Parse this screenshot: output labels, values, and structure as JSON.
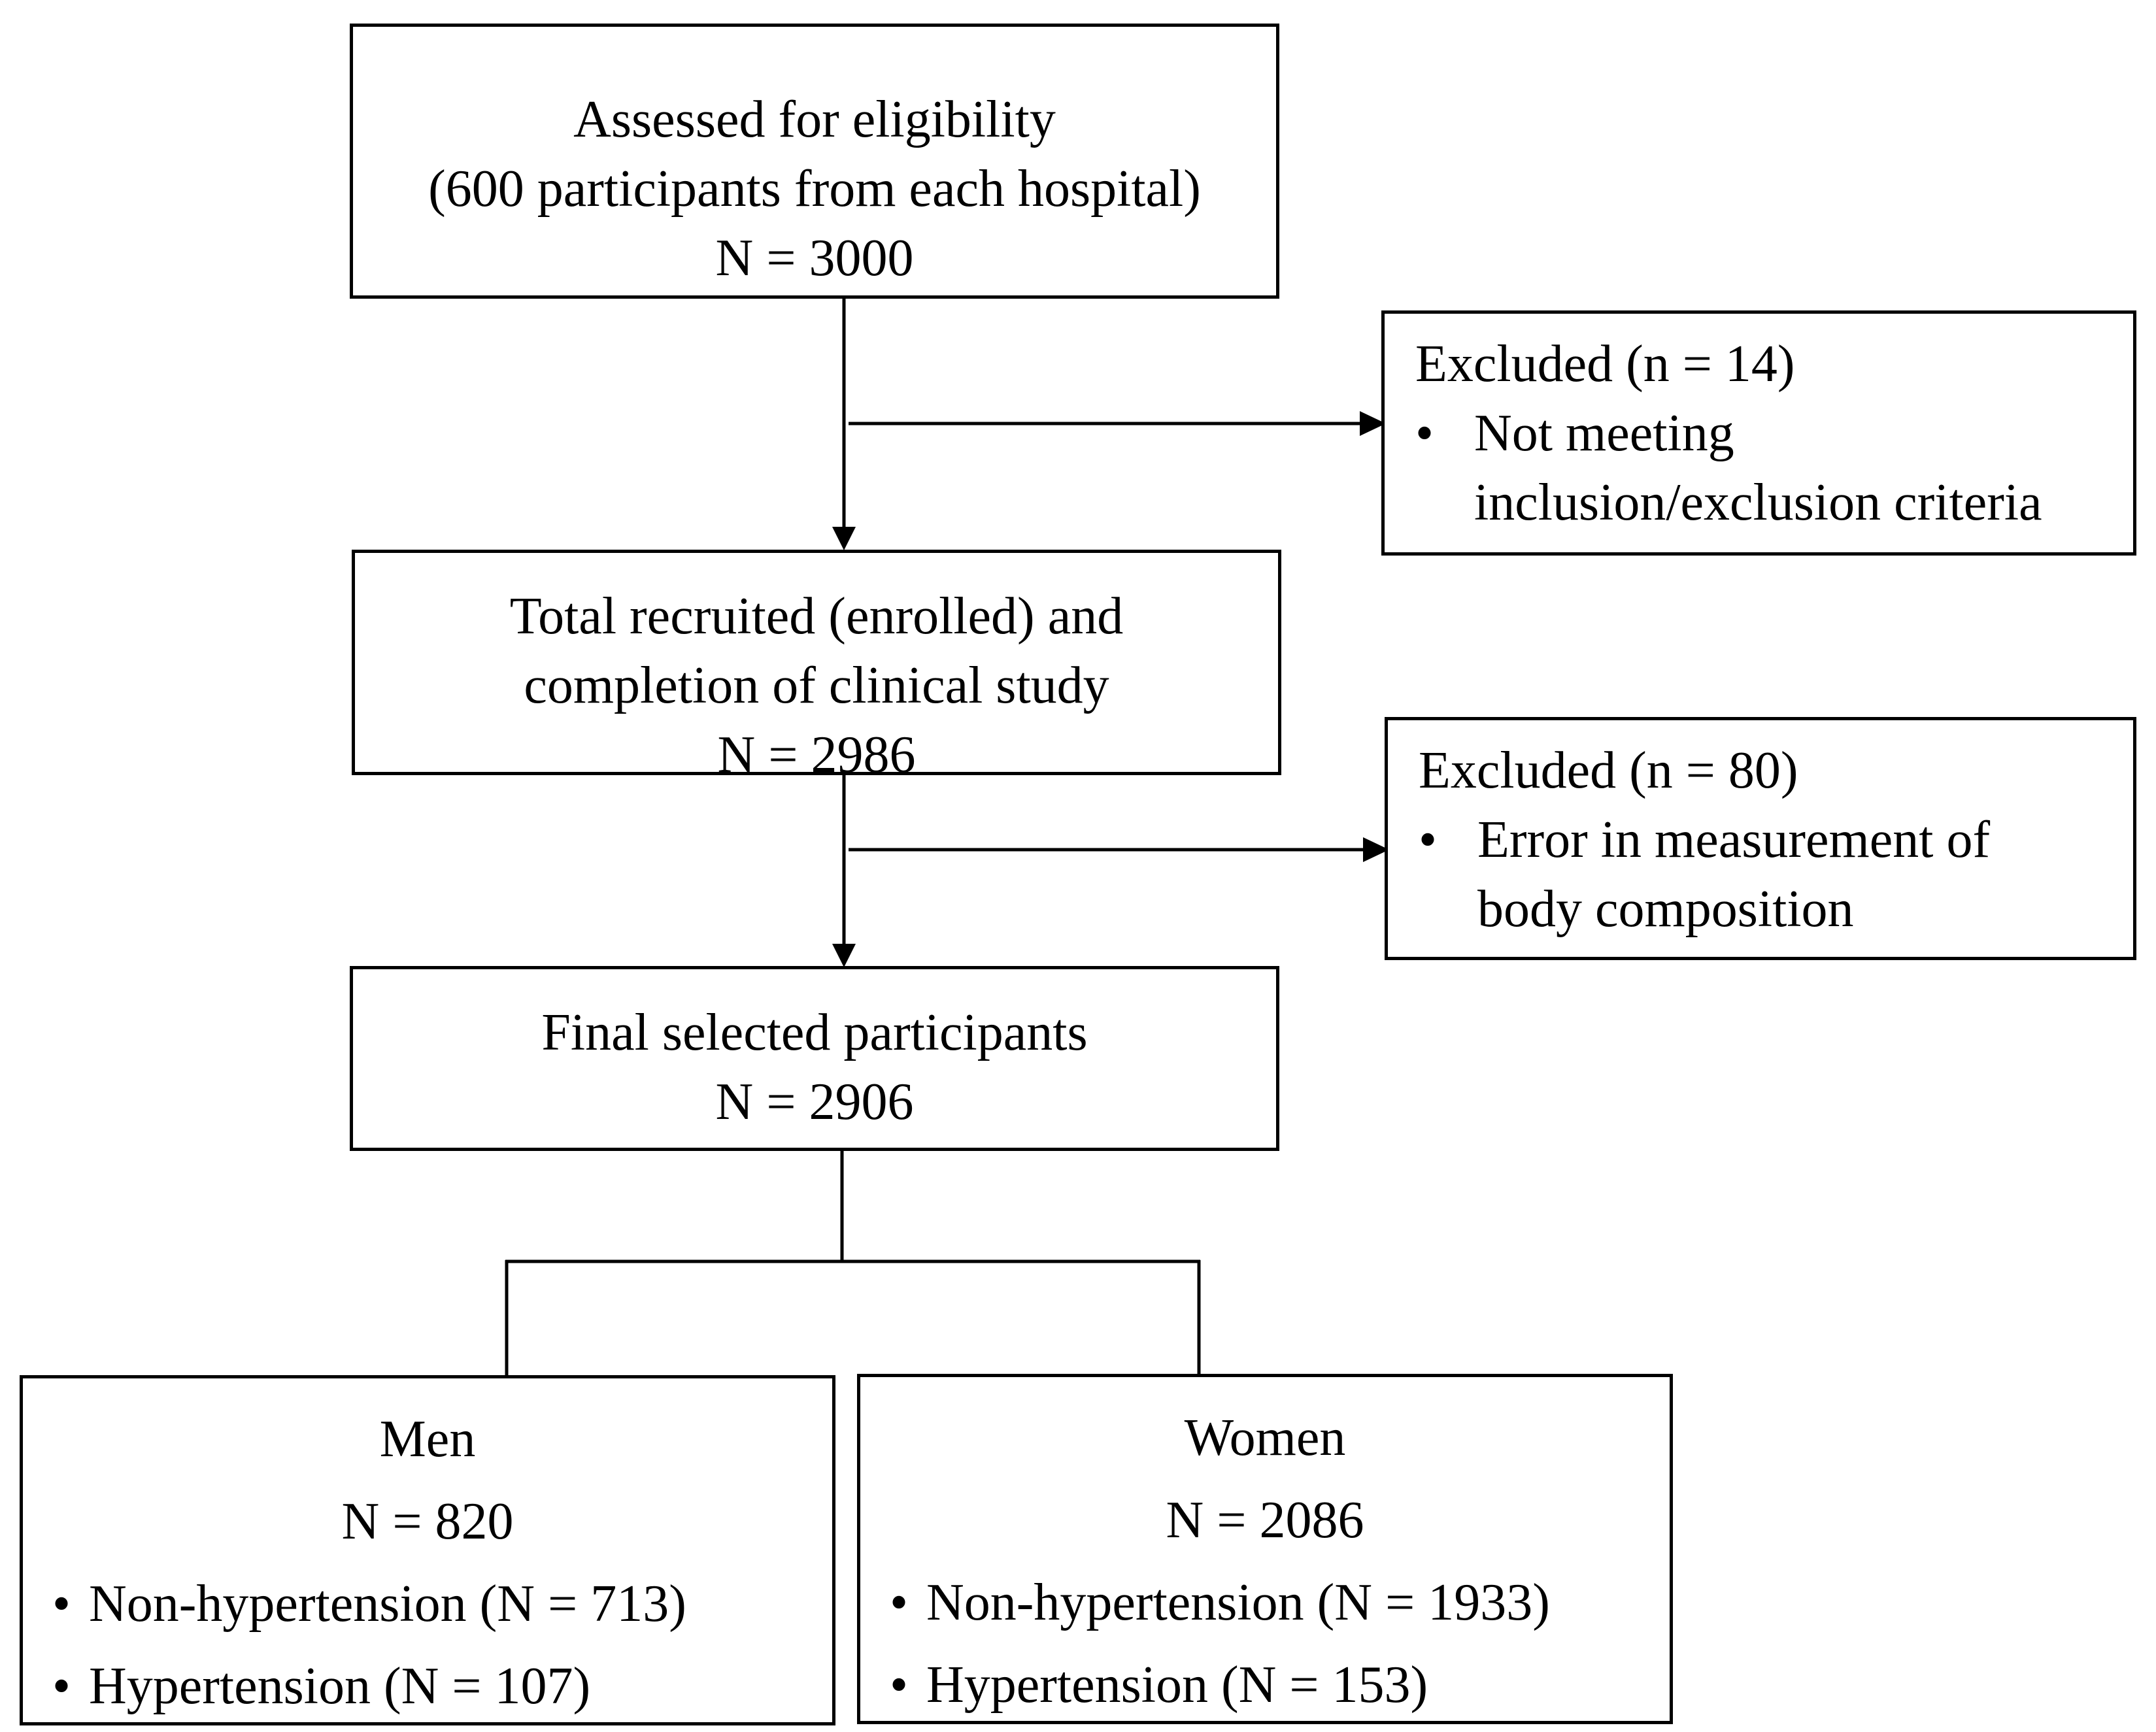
{
  "boxes": {
    "assessed": {
      "line1": "Assessed for eligibility",
      "line2": "(600 participants from each hospital)",
      "count": "N = 3000"
    },
    "excluded1": {
      "title": "Excluded (n = 14)",
      "bullet_line1": "Not meeting",
      "bullet_line2": "inclusion/exclusion criteria"
    },
    "recruited": {
      "line1": "Total recruited (enrolled) and",
      "line2": "completion of clinical study",
      "count": "N = 2986"
    },
    "excluded2": {
      "title": "Excluded (n = 80)",
      "bullet_line1": "Error in measurement of",
      "bullet_line2": "body composition"
    },
    "final": {
      "line1": "Final selected participants",
      "count": "N = 2906"
    },
    "men": {
      "title": "Men",
      "count": "N = 820",
      "items": [
        "Non-hypertension (N = 713)",
        "Hypertension (N = 107)"
      ]
    },
    "women": {
      "title": "Women",
      "count": "N = 2086",
      "items": [
        "Non-hypertension (N = 1933)",
        "Hypertension (N = 153)"
      ]
    }
  },
  "bullet_char": "•"
}
